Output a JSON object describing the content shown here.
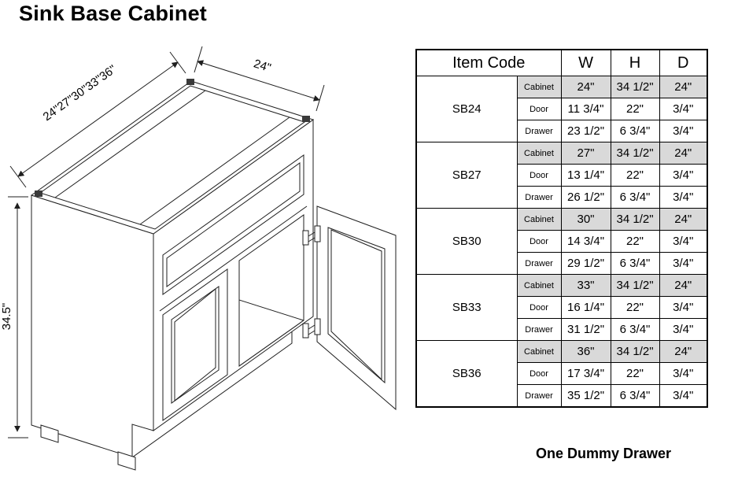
{
  "page": {
    "title": "Sink Base Cabinet",
    "footnote": "One Dummy Drawer"
  },
  "diagram": {
    "width_label": "24\"27\"30\"33\"36\"",
    "depth_label": "24\"",
    "height_label": "34.5\""
  },
  "table": {
    "header": {
      "item_code": "Item Code",
      "w": "W",
      "h": "H",
      "d": "D"
    },
    "groups": [
      {
        "code": "SB24",
        "rows": [
          {
            "part": "Cabinet",
            "w": "24\"",
            "h": "34 1/2\"",
            "d": "24\""
          },
          {
            "part": "Door",
            "w": "11 3/4\"",
            "h": "22\"",
            "d": "3/4\""
          },
          {
            "part": "Drawer",
            "w": "23 1/2\"",
            "h": "6 3/4\"",
            "d": "3/4\""
          }
        ]
      },
      {
        "code": "SB27",
        "rows": [
          {
            "part": "Cabinet",
            "w": "27\"",
            "h": "34 1/2\"",
            "d": "24\""
          },
          {
            "part": "Door",
            "w": "13 1/4\"",
            "h": "22\"",
            "d": "3/4\""
          },
          {
            "part": "Drawer",
            "w": "26 1/2\"",
            "h": "6 3/4\"",
            "d": "3/4\""
          }
        ]
      },
      {
        "code": "SB30",
        "rows": [
          {
            "part": "Cabinet",
            "w": "30\"",
            "h": "34 1/2\"",
            "d": "24\""
          },
          {
            "part": "Door",
            "w": "14 3/4\"",
            "h": "22\"",
            "d": "3/4\""
          },
          {
            "part": "Drawer",
            "w": "29 1/2\"",
            "h": "6 3/4\"",
            "d": "3/4\""
          }
        ]
      },
      {
        "code": "SB33",
        "rows": [
          {
            "part": "Cabinet",
            "w": "33\"",
            "h": "34 1/2\"",
            "d": "24\""
          },
          {
            "part": "Door",
            "w": "16 1/4\"",
            "h": "22\"",
            "d": "3/4\""
          },
          {
            "part": "Drawer",
            "w": "31 1/2\"",
            "h": "6 3/4\"",
            "d": "3/4\""
          }
        ]
      },
      {
        "code": "SB36",
        "rows": [
          {
            "part": "Cabinet",
            "w": "36\"",
            "h": "34 1/2\"",
            "d": "24\""
          },
          {
            "part": "Door",
            "w": "17 3/4\"",
            "h": "22\"",
            "d": "3/4\""
          },
          {
            "part": "Drawer",
            "w": "35 1/2\"",
            "h": "6 3/4\"",
            "d": "3/4\""
          }
        ]
      }
    ]
  }
}
